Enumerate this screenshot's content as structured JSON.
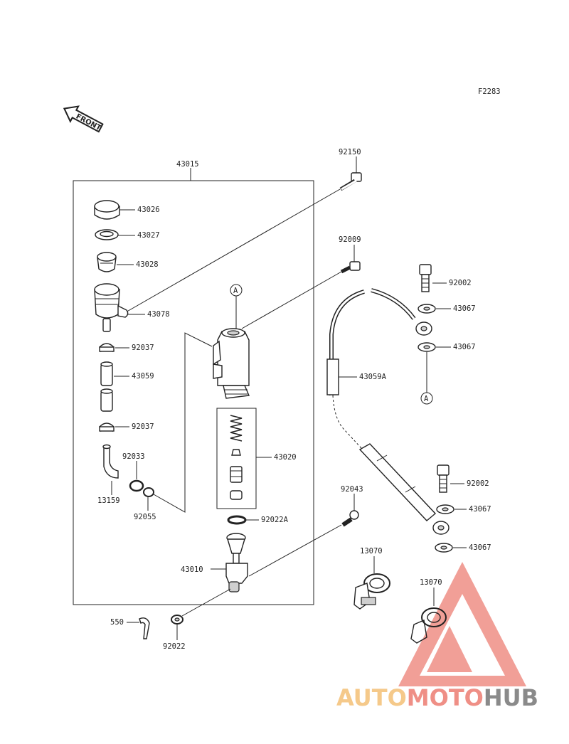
{
  "figure_code": "F2283",
  "front_label": "FRONT",
  "ref_mark": "A",
  "labels": {
    "p43015": "43015",
    "p92150": "92150",
    "p43026": "43026",
    "p43027": "43027",
    "p43028": "43028",
    "p43078": "43078",
    "p92037a": "92037",
    "p43059": "43059",
    "p92037b": "92037",
    "p92033": "92033",
    "p13159": "13159",
    "p92055": "92055",
    "p92009": "92009",
    "p92002a": "92002",
    "p43067a": "43067",
    "p43067b": "43067",
    "p43059A": "43059A",
    "p43020": "43020",
    "p92002b": "92002",
    "p43067c": "43067",
    "p43067d": "43067",
    "p92043": "92043",
    "p92022A": "92022A",
    "p43010": "43010",
    "p13070a": "13070",
    "p13070b": "13070",
    "p550": "550",
    "p92022": "92022"
  },
  "watermark": {
    "part1": "AUTO",
    "part2": "MOTO",
    "part3": "HUB",
    "colors": {
      "part1": "#f5c98a",
      "part2": "#ef8f86",
      "part3": "#8a8a8a",
      "triangle": "#ef8f86"
    }
  }
}
